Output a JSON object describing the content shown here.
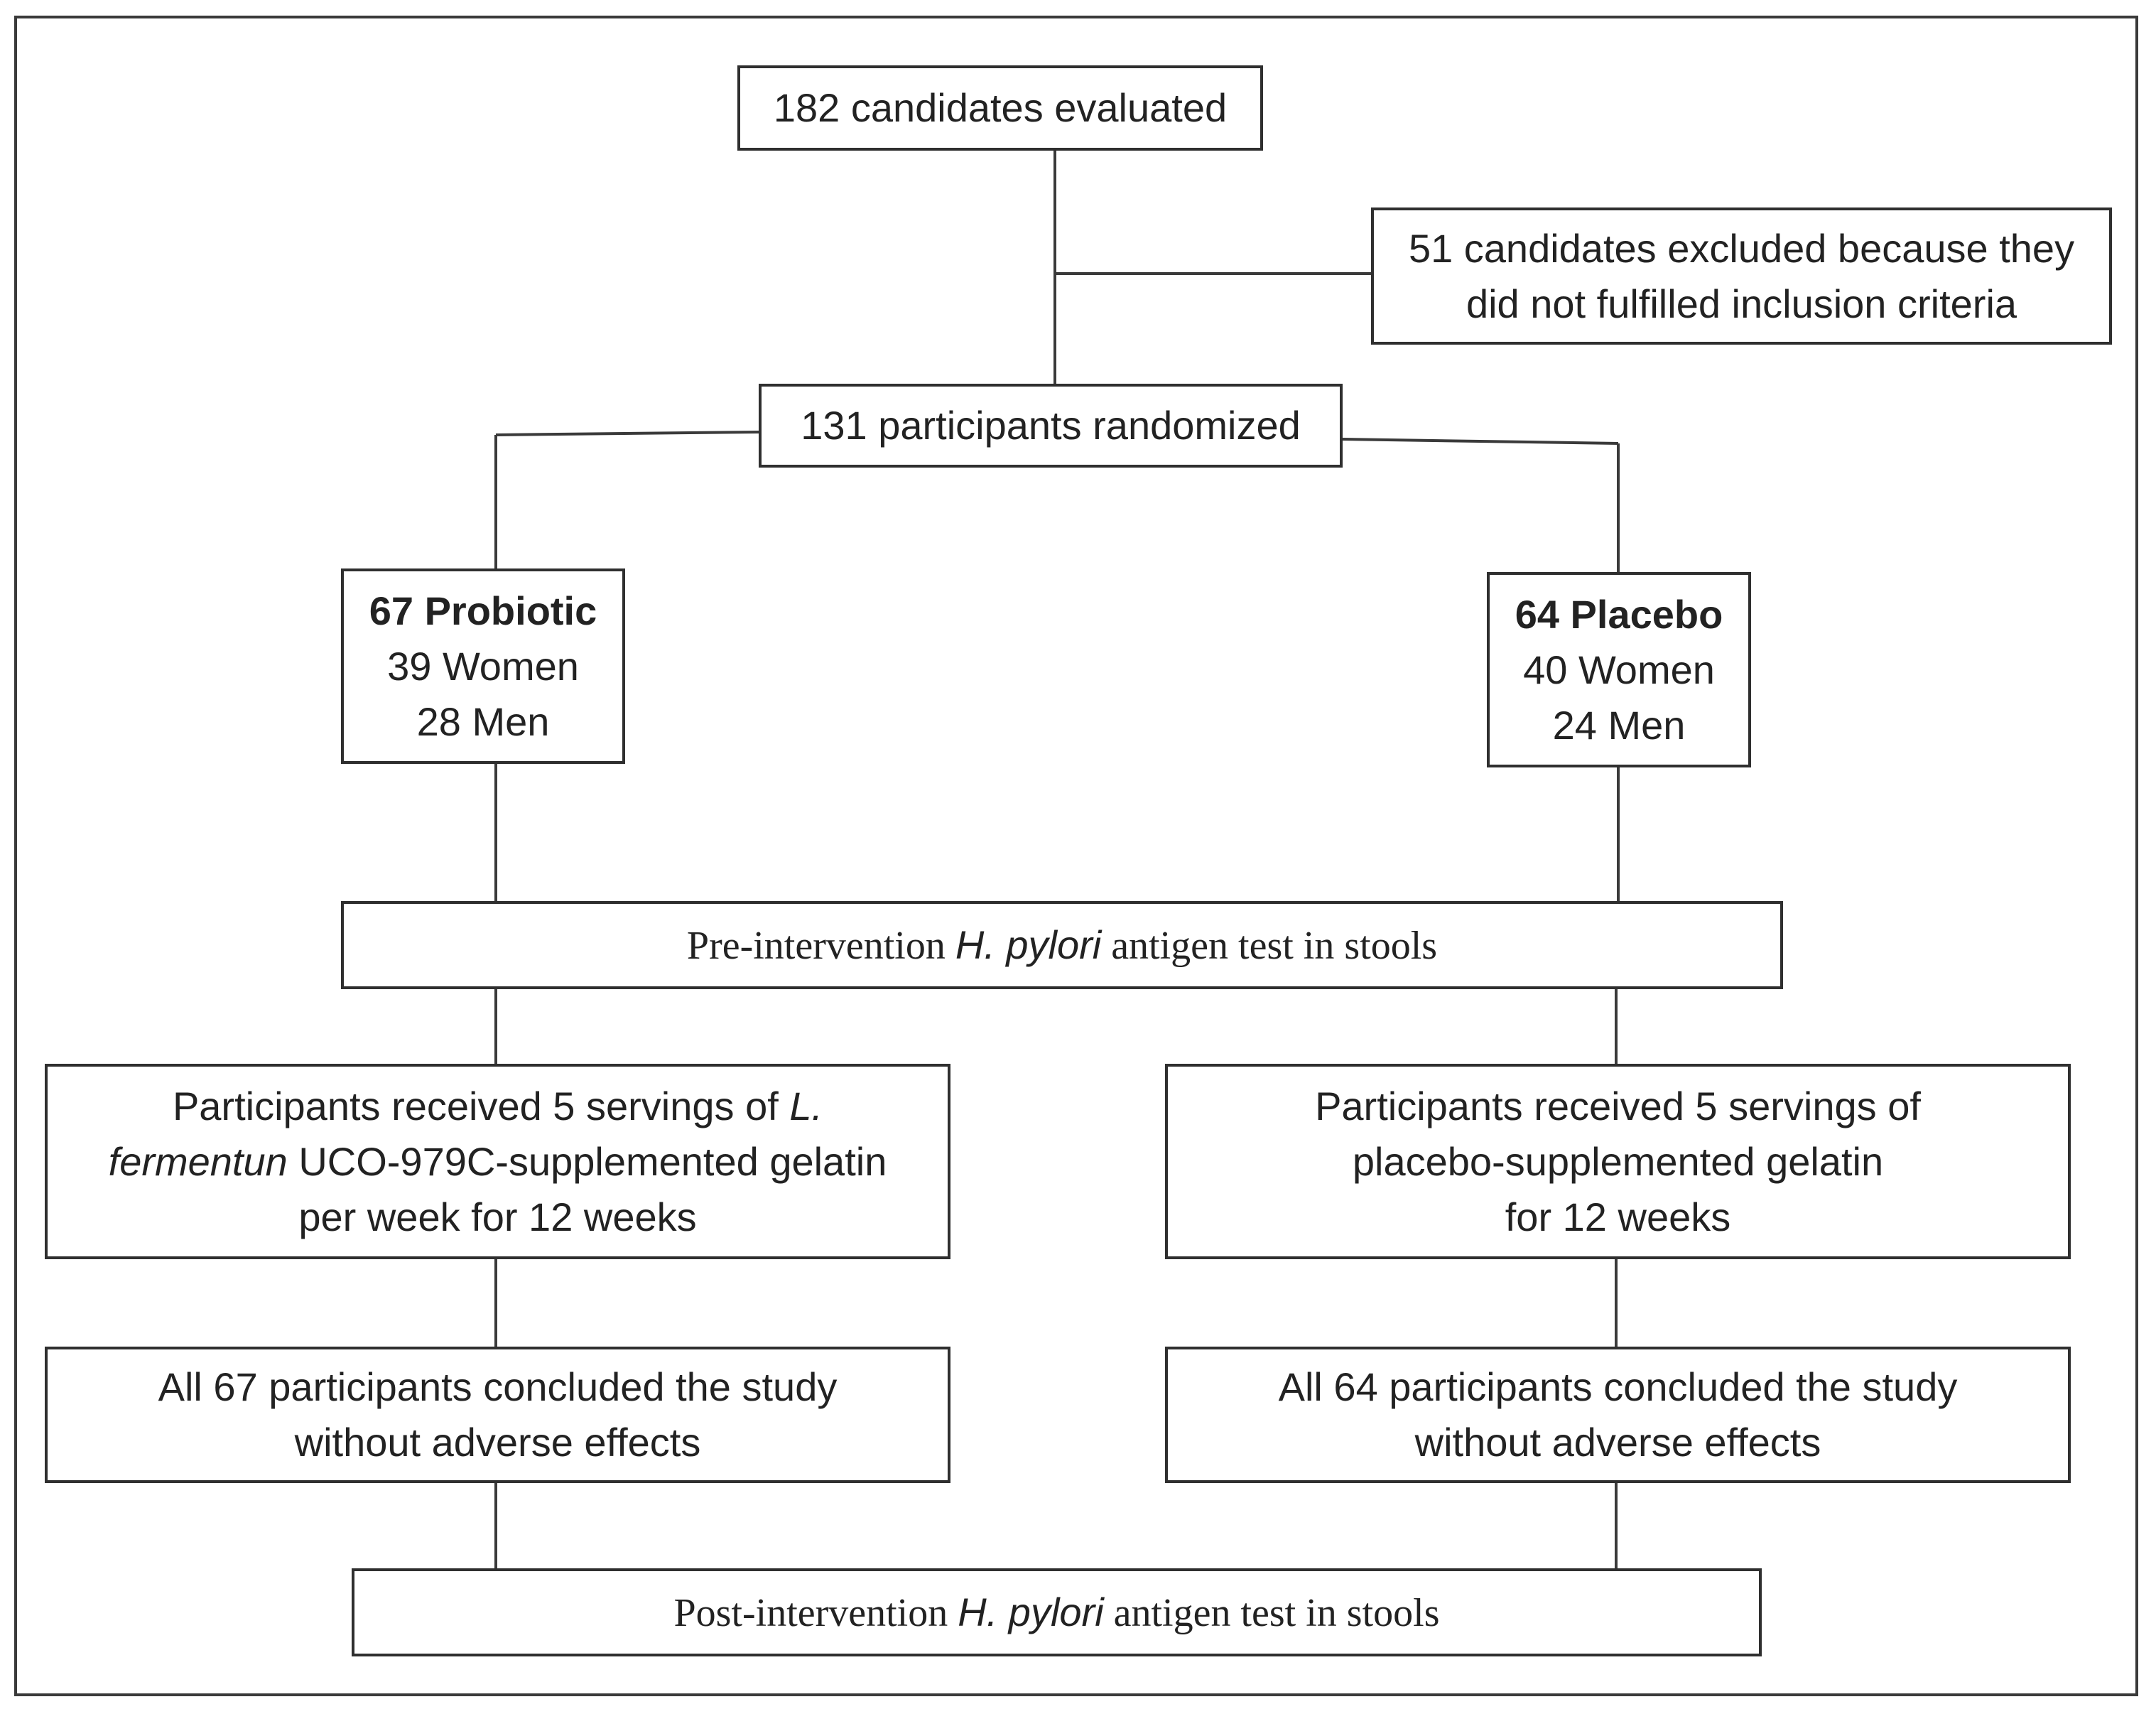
{
  "boxes": {
    "evaluated": "182 candidates evaluated",
    "excluded_line1": "51 candidates excluded because they",
    "excluded_line2": "did not fulfilled inclusion criteria",
    "randomized": "131 participants randomized",
    "probiotic": {
      "title": "67 Probiotic",
      "women": "39 Women",
      "men": "28 Men"
    },
    "placebo": {
      "title": "64 Placebo",
      "women": "40 Women",
      "men": "24 Men"
    },
    "pre_test": {
      "prefix": "Pre-intervention ",
      "italic": "H. pylori",
      "suffix": " antigen test in stools"
    },
    "probiotic_intervention": {
      "line1_prefix": "Participants received 5 servings of ",
      "line1_italic": "L.",
      "line2_italic": "fermentun",
      "line2_suffix": " UCO-979C-supplemented gelatin",
      "line3": "per week for 12 weeks"
    },
    "placebo_intervention": {
      "line1": "Participants received 5 servings of",
      "line2": "placebo-supplemented gelatin",
      "line3": "for 12 weeks"
    },
    "probiotic_concluded": {
      "line1": "All 67 participants concluded the study",
      "line2": "without adverse effects"
    },
    "placebo_concluded": {
      "line1": "All 64 participants concluded the study",
      "line2": "without adverse effects"
    },
    "post_test": {
      "prefix": "Post-intervention ",
      "italic": "H. pylori",
      "suffix": " antigen test in stools"
    }
  }
}
